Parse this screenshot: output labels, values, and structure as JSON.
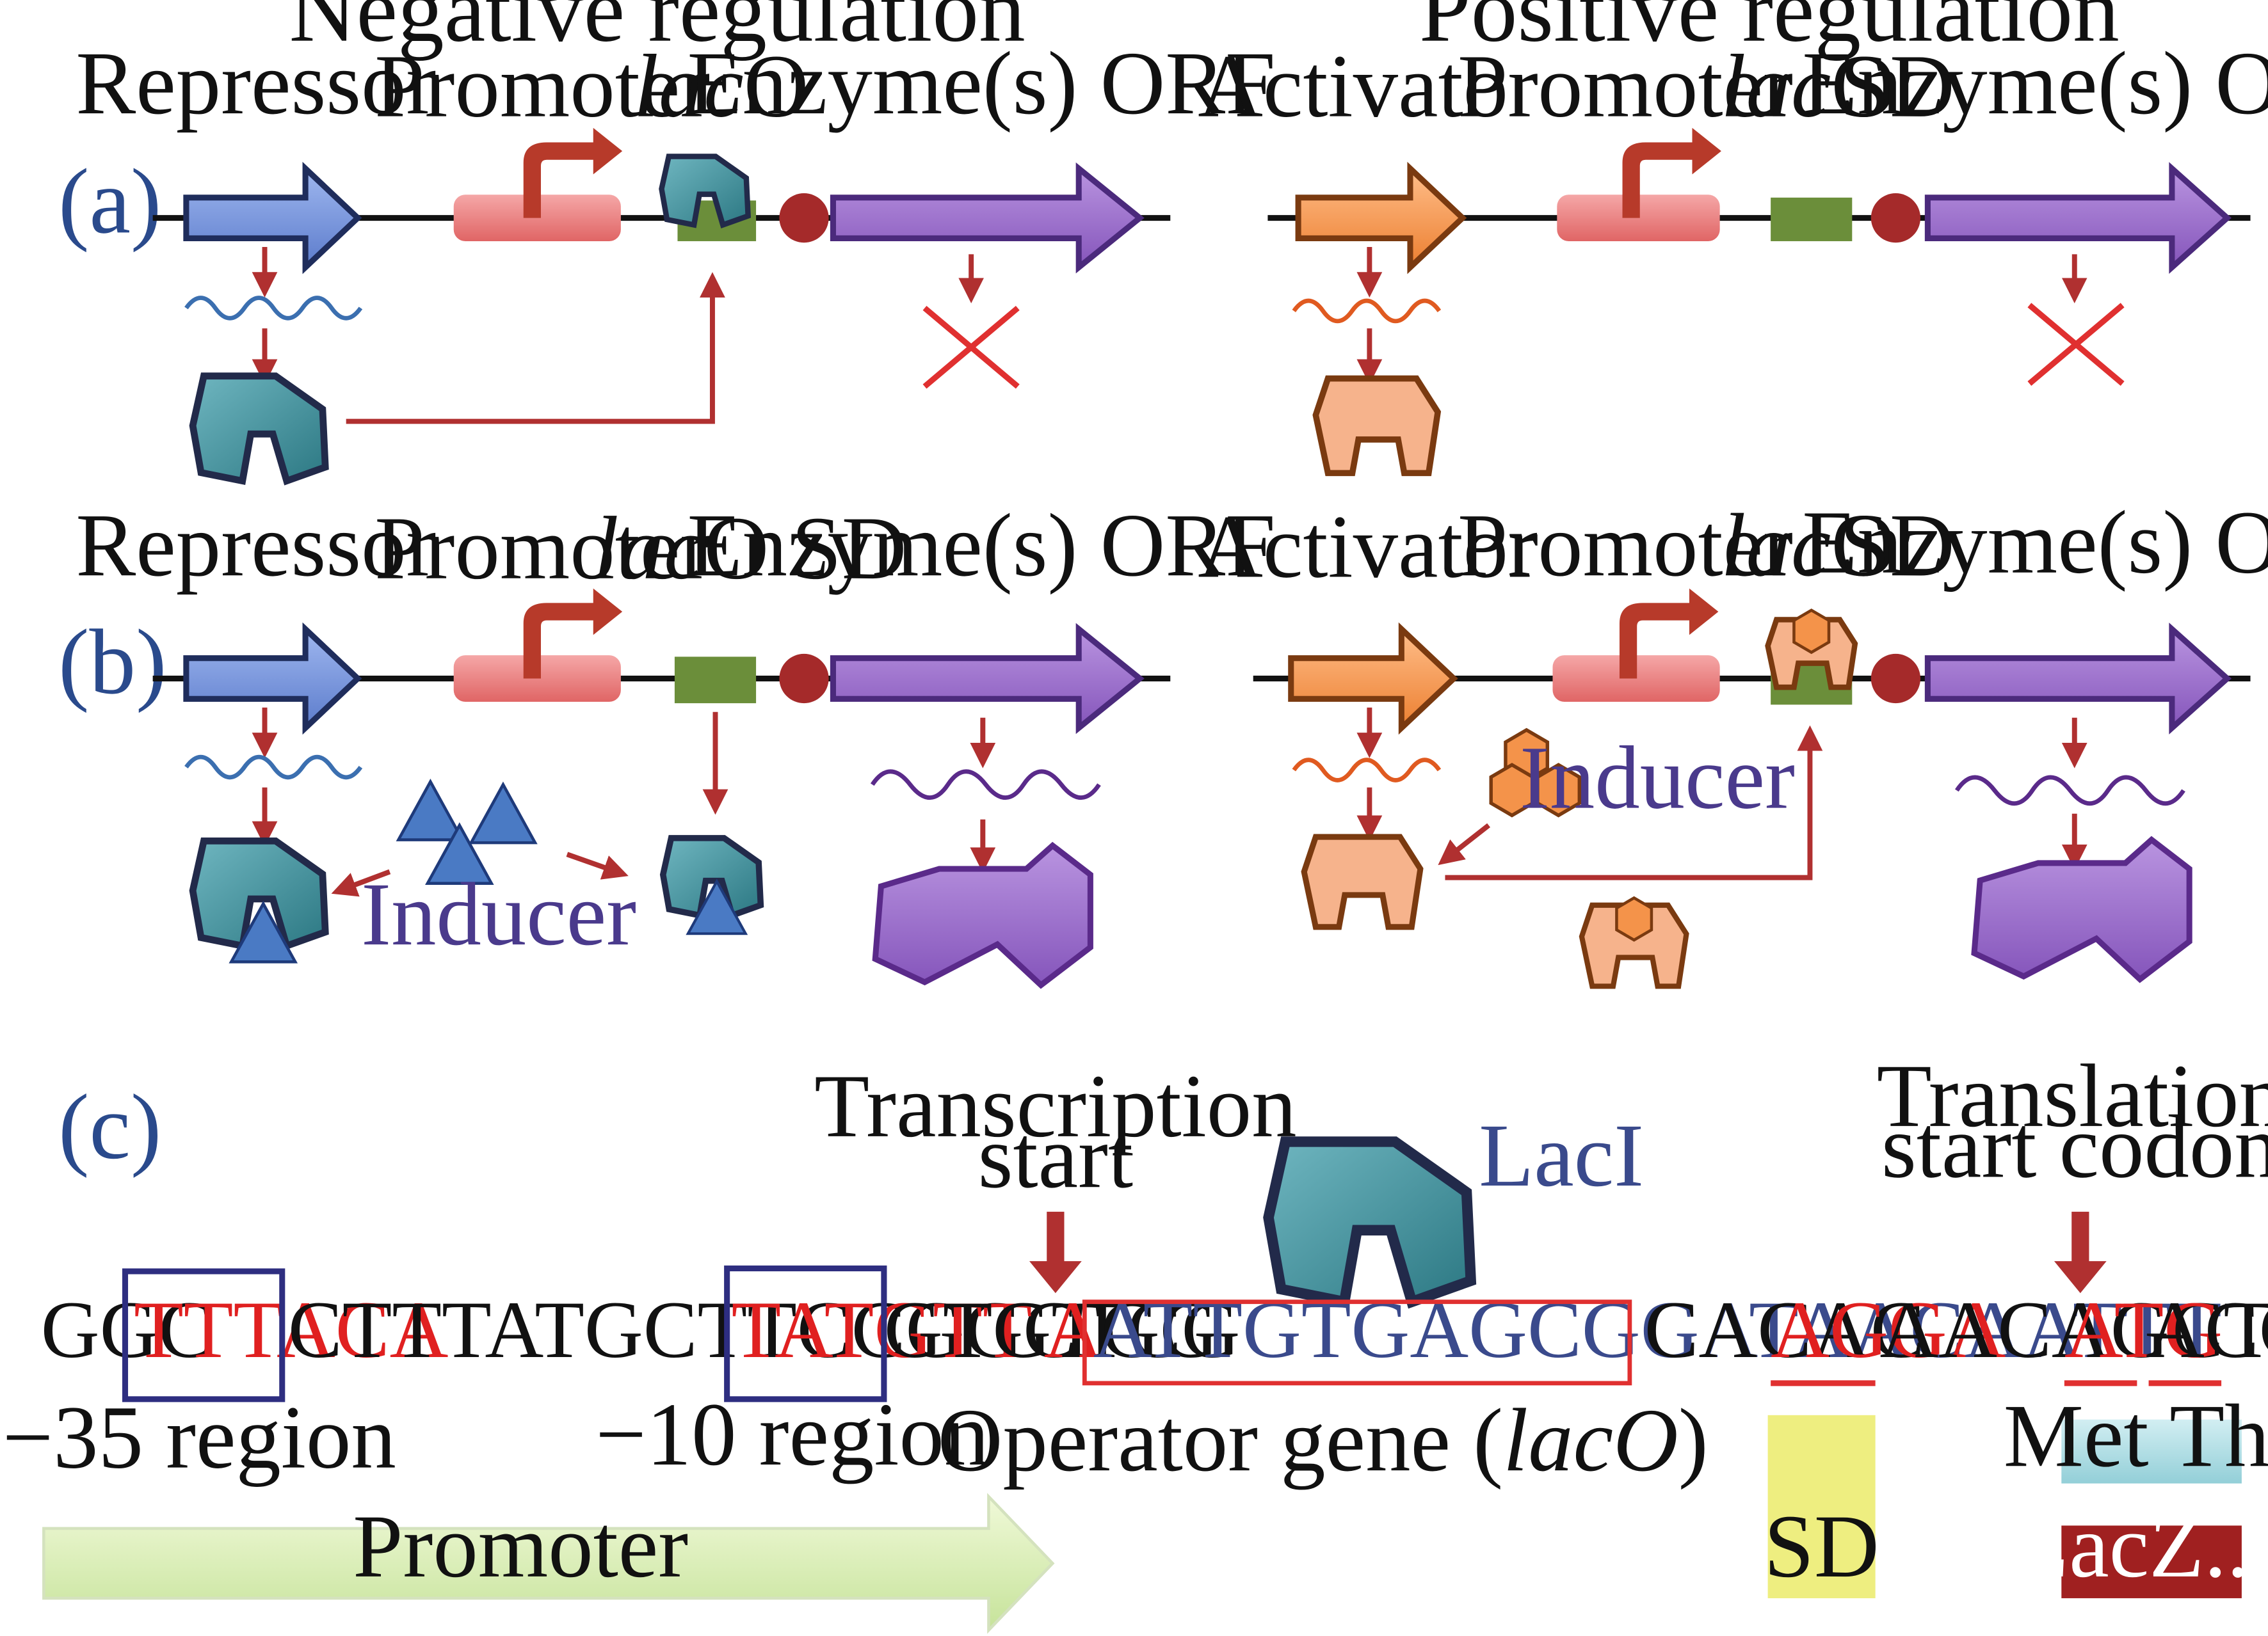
{
  "headers": {
    "negative": "Negative regulation",
    "positive": "Positive regulation"
  },
  "panels": {
    "a": "(a)",
    "b": "(b)",
    "c": "(c)"
  },
  "labels": {
    "repressor": "Repressor",
    "activator": "Activator",
    "promoter": "Promoter",
    "lac": "lac",
    "o": "O",
    "lacO_sd": "O SD",
    "sd": "SD",
    "enzyme_orf": "Enzyme(s) ORF",
    "inducer": "Inducer"
  },
  "panel_c": {
    "transcription_start_1": "Transcription",
    "transcription_start_2": "start",
    "translation_start_1": "Translation",
    "translation_start_2": "start codon",
    "laci": "LacI",
    "seq": {
      "s1": "GGC",
      "s2": "TTTACA",
      "s3": "CTTTATGCTTCCGGCTCG",
      "s4": "TATGTT",
      "s5": "GTGTGG",
      "s6": "A",
      "s7": "ATTGTGAGCGGATAACAATTT",
      "s8": "CACAC",
      "s9": "AGGA",
      "s10": "AACAGCT",
      "s11": "ATG",
      "s12": "ACC"
    },
    "minus35": "−35 region",
    "minus10": "−10 region",
    "operator_prefix": "Operator gene (",
    "operator_italic": "lacO",
    "operator_suffix": ")",
    "promoter": "Promoter",
    "sd_box": "SD",
    "met_thr": "Met Thr",
    "lacz": "LacZ..."
  },
  "colors": {
    "repressor_gene": "#6f8fd8",
    "activator_gene": "#f4934a",
    "promoter": "#e87a7a",
    "operator": "#6b8e3a",
    "sd_dot": "#a52a2a",
    "orf": "#9b6fc8",
    "arrow_red": "#b03030",
    "repressor_protein": "#3e8e98",
    "activator_protein": "#f6b38c",
    "enzyme_protein": "#9b6fc8",
    "sd_yellow": "#eeee80",
    "met_thr_box": "#a8dbe2",
    "lacz_box": "#a02020",
    "promoter_arrow": "#d8efb0"
  }
}
